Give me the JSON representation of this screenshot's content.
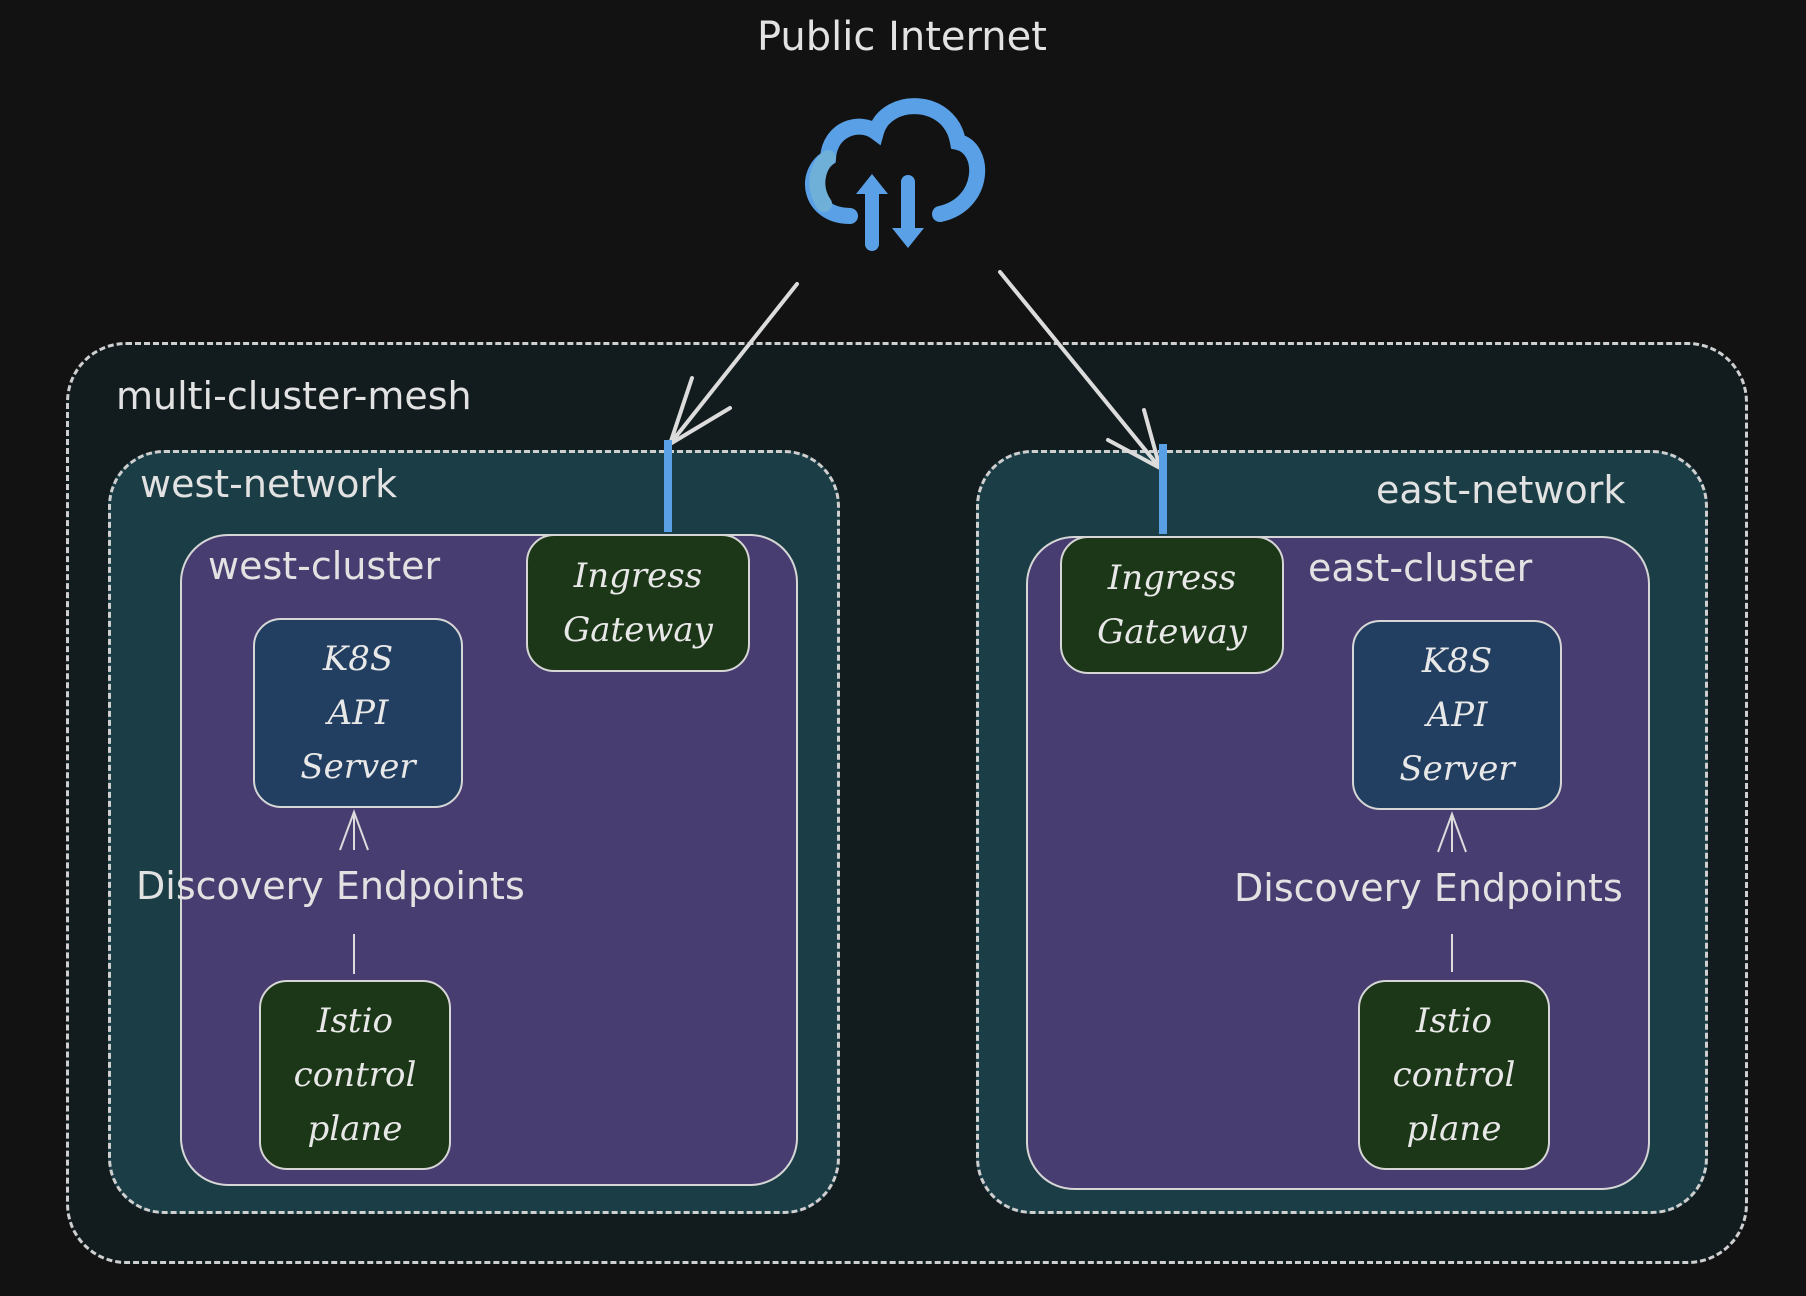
{
  "internet": {
    "title": "Public Internet",
    "icon": "cloud-upload-download-icon"
  },
  "mesh": {
    "label": "multi-cluster-mesh"
  },
  "west": {
    "network_label": "west-network",
    "cluster_label": "west-cluster",
    "gateway": "Ingress\nGateway",
    "api": "K8S\nAPI\nServer",
    "edge_label": "Discovery Endpoints",
    "istio": "Istio\ncontrol\nplane"
  },
  "east": {
    "network_label": "east-network",
    "cluster_label": "east-cluster",
    "gateway": "Ingress\nGateway",
    "api": "K8S\nAPI\nServer",
    "edge_label": "Discovery Endpoints",
    "istio": "Istio\ncontrol\nplane"
  },
  "colors": {
    "background": "#121212",
    "mesh_fill": "#121b1e",
    "network_fill": "#1b3d46",
    "cluster_fill": "#483d70",
    "gateway_fill": "#1c3717",
    "api_fill": "#223f61",
    "accent_blue": "#5aa0e6"
  }
}
